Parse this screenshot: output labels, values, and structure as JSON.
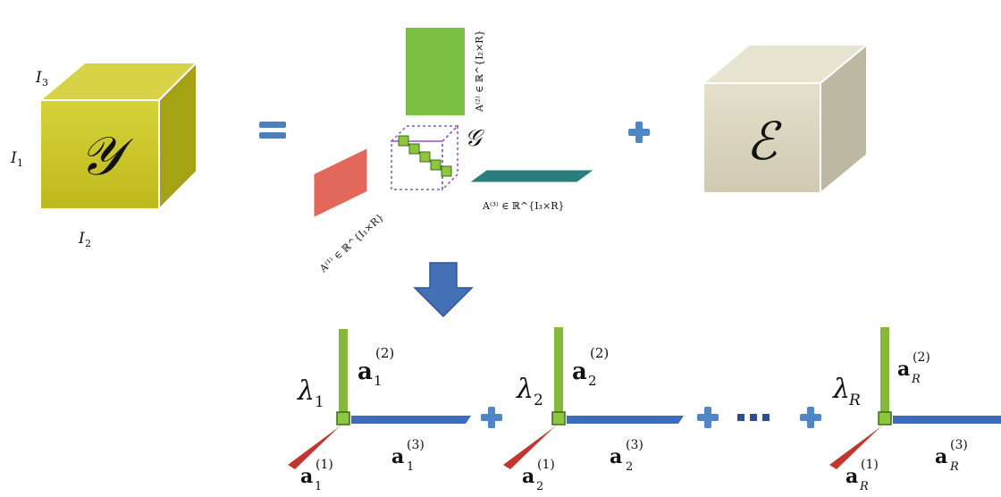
{
  "tensor_y": {
    "symbol": "𝒴",
    "dim1": "I",
    "dim1_sub": "1",
    "dim2": "I",
    "dim2_sub": "2",
    "dim3": "I",
    "dim3_sub": "3"
  },
  "equals": "=",
  "factors": {
    "a1": "A⁽¹⁾ ∈ ℝ^{I₁×R}",
    "a2": "A⁽²⁾ ∈ ℝ^{I₂×R}",
    "a3": "A⁽³⁾ ∈ ℝ^{I₃×R}",
    "core": "𝒢"
  },
  "error_tensor": {
    "symbol": "ℰ"
  },
  "plus": "+",
  "decomposition": {
    "terms": [
      {
        "lambda": "λ",
        "lambda_sub": "1",
        "a_top": "a",
        "top_sub": "1",
        "top_sup": "(2)",
        "a_left": "a",
        "left_sub": "1",
        "left_sup": "(1)",
        "a_right": "a",
        "right_sub": "1",
        "right_sup": "(3)"
      },
      {
        "lambda": "λ",
        "lambda_sub": "2",
        "a_top": "a",
        "top_sub": "2",
        "top_sup": "(2)",
        "a_left": "a",
        "left_sub": "2",
        "left_sup": "(1)",
        "a_right": "a",
        "right_sub": "2",
        "right_sup": "(3)"
      },
      {
        "lambda": "λ",
        "lambda_sub": "R",
        "a_top": "a",
        "top_sub": "R",
        "top_sup": "(2)",
        "a_left": "a",
        "left_sub": "R",
        "left_sup": "(1)",
        "a_right": "a",
        "right_sub": "R",
        "right_sup": "(3)"
      }
    ],
    "ellipsis": "···"
  },
  "colors": {
    "cube_y_front": "#c9c425",
    "cube_y_top": "#d8d246",
    "cube_y_side": "#a6a216",
    "cube_e_front": "#dcd7c1",
    "cube_e_top": "#e8e4d2",
    "cube_e_side": "#bdb8a2",
    "mode1": "#e2685c",
    "mode2": "#7cc044",
    "mode3": "#2a7f7c",
    "vec_red": "#c1372f",
    "vec_green": "#86b93a",
    "vec_blue": "#3c6bbf",
    "arrow": "#4471b6",
    "plus": "#4e86c6",
    "core_dash": "#8e52c2"
  }
}
